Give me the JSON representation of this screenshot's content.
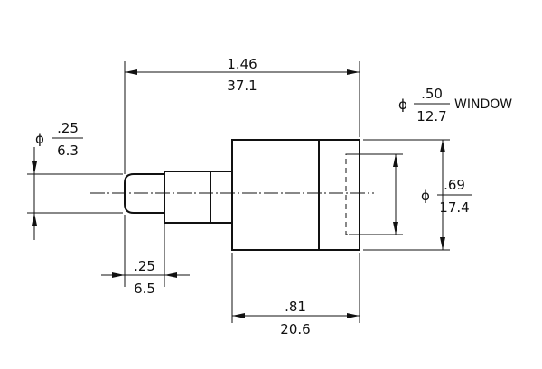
{
  "drawing": {
    "phi_symbol": "ϕ",
    "dim_overall_length": {
      "in": "1.46",
      "mm": "37.1"
    },
    "dim_tip_diameter": {
      "in": ".25",
      "mm": "6.3"
    },
    "dim_tip_length": {
      "in": ".25",
      "mm": "6.5"
    },
    "dim_window_diameter": {
      "in": ".50",
      "mm": "12.7",
      "label": "WINDOW"
    },
    "dim_body_diameter": {
      "in": ".69",
      "mm": "17.4"
    },
    "dim_body_length": {
      "in": ".81",
      "mm": "20.6"
    }
  }
}
